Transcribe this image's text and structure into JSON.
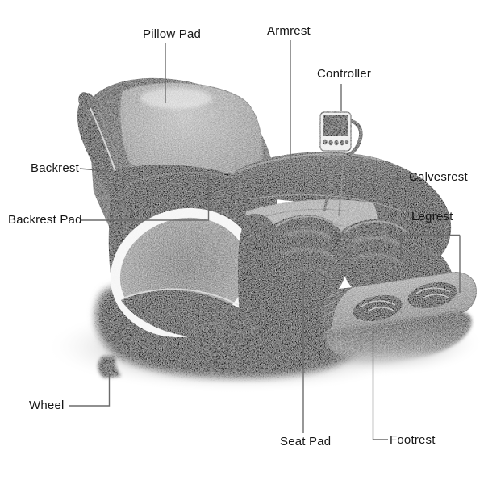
{
  "figure": {
    "type": "labeled-parts-diagram",
    "subject": "massage chair",
    "ink_color": "#161616",
    "leader_line_color": "#6b6b6b",
    "background_color": "#ffffff"
  },
  "labels": [
    {
      "id": "pillow-pad",
      "text": "Pillow Pad"
    },
    {
      "id": "armrest",
      "text": "Armrest"
    },
    {
      "id": "controller",
      "text": "Controller"
    },
    {
      "id": "backrest",
      "text": "Backrest"
    },
    {
      "id": "backrest-pad",
      "text": "Backrest Pad"
    },
    {
      "id": "calvesrest",
      "text": "Calvesrest"
    },
    {
      "id": "legrest",
      "text": "Legrest"
    },
    {
      "id": "wheel",
      "text": "Wheel"
    },
    {
      "id": "seat-pad",
      "text": "Seat Pad"
    },
    {
      "id": "footrest",
      "text": "Footrest"
    }
  ]
}
